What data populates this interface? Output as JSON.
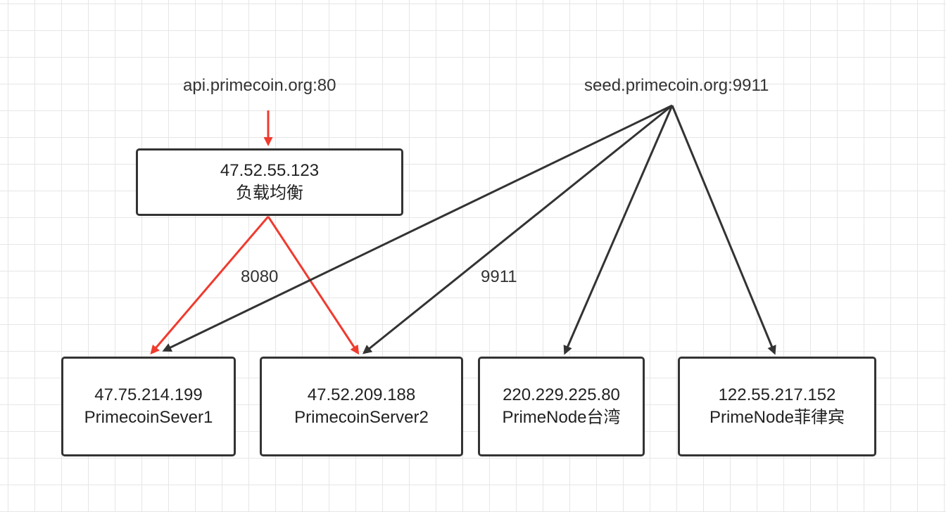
{
  "sources": {
    "api": "api.primecoin.org:80",
    "seed": "seed.primecoin.org:9911"
  },
  "ports": {
    "lb_port": "8080",
    "seed_port": "9911"
  },
  "load_balancer": {
    "ip": "47.52.55.123",
    "name": "负载均衡"
  },
  "nodes": [
    {
      "ip": "47.75.214.199",
      "name": "PrimecoinSever1"
    },
    {
      "ip": "47.52.209.188",
      "name": "PrimecoinServer2"
    },
    {
      "ip": "220.229.225.80",
      "name": "PrimeNode台湾"
    },
    {
      "ip": "122.55.217.152",
      "name": "PrimeNode菲律宾"
    }
  ],
  "colors": {
    "red_edge": "#f03a2e",
    "dark_edge": "#333333",
    "box_border": "#333333",
    "grid": "#e6e6e6"
  }
}
